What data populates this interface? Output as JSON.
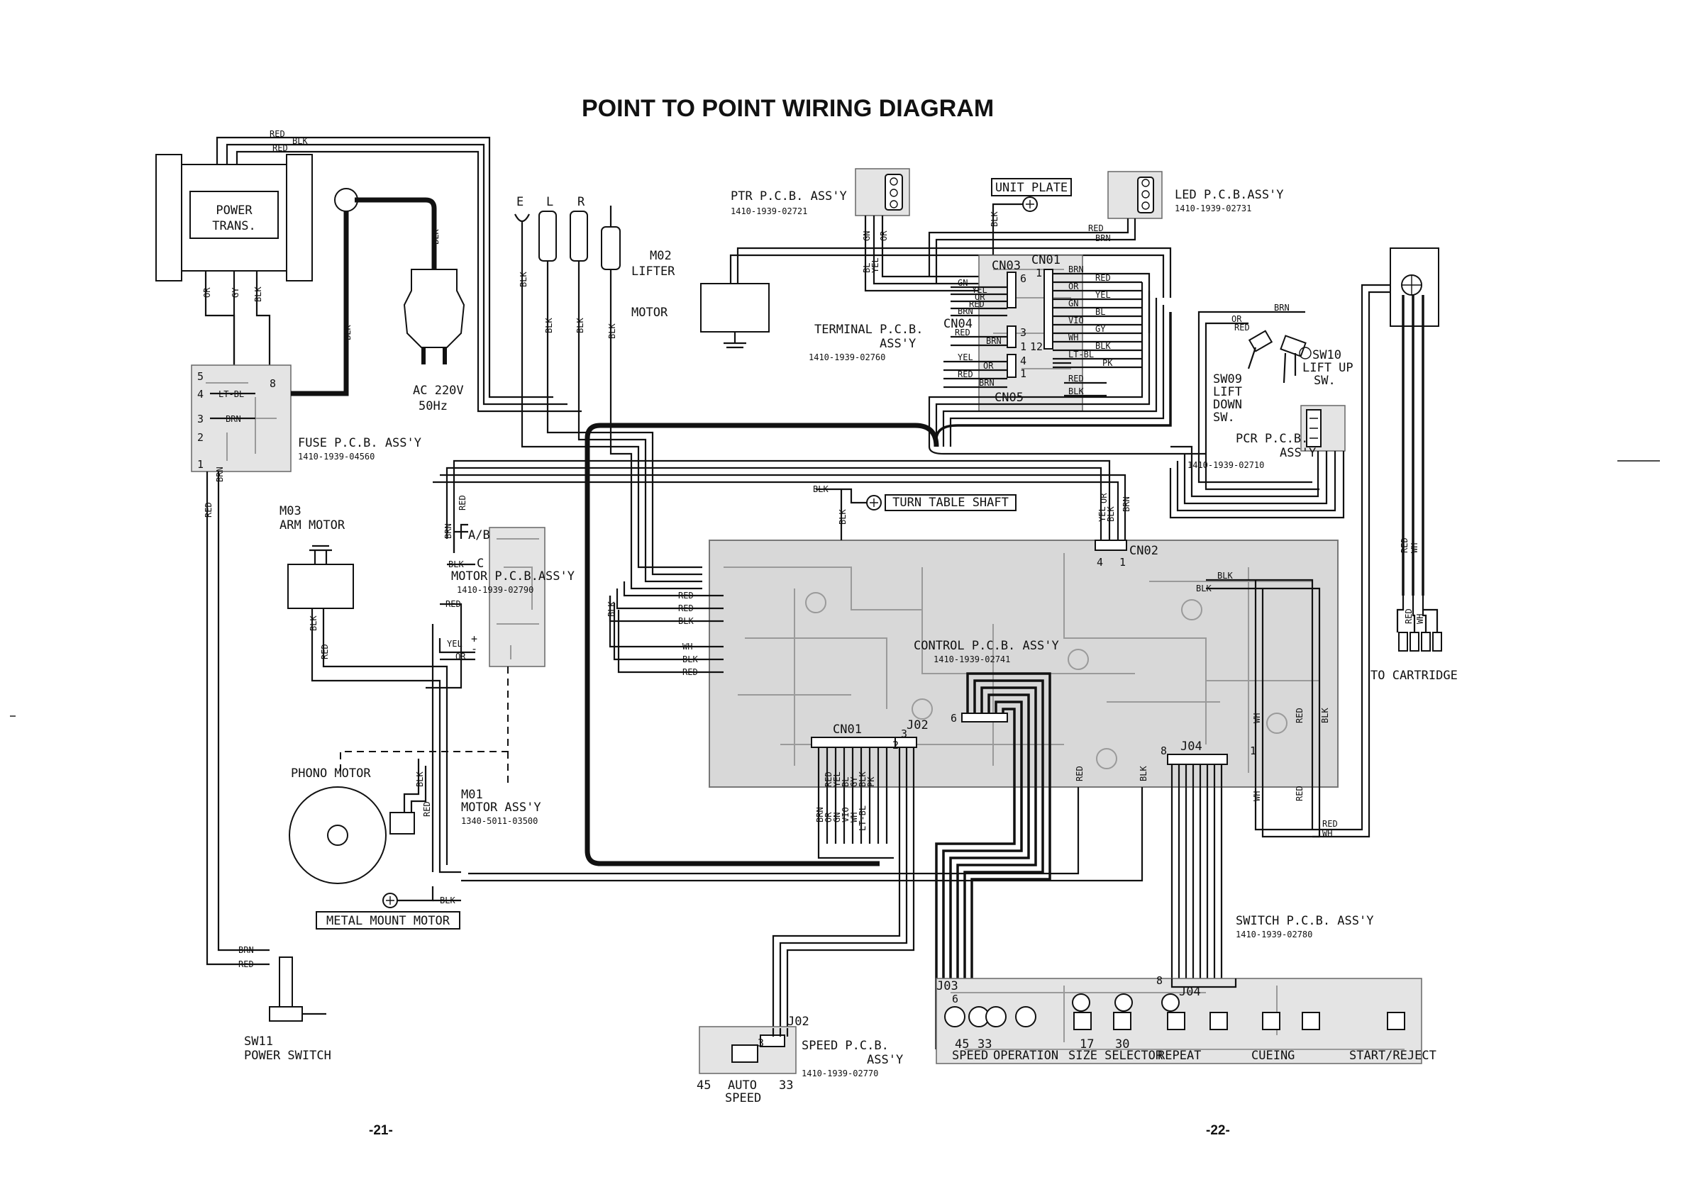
{
  "title": "POINT TO POINT WIRING DIAGRAM",
  "pages": {
    "left": "-21-",
    "right": "-22-"
  },
  "components": {
    "power_trans": [
      "POWER",
      "TRANS."
    ],
    "ac_plug": [
      "AC 220V",
      "50Hz"
    ],
    "plugs": [
      "E",
      "L",
      "R"
    ],
    "fuse_pcb": [
      "FUSE P.C.B. ASS'Y",
      "1410-1939-04560"
    ],
    "m03": [
      "M03",
      "ARM MOTOR"
    ],
    "motor_pcb": [
      "MOTOR P.C.B.ASS'Y",
      "1410-1939-02790"
    ],
    "phono_motor": "PHONO MOTOR",
    "m01": [
      "M01",
      "MOTOR ASS'Y",
      "1340-5011-03500"
    ],
    "metal_mount": "METAL MOUNT MOTOR",
    "sw11": [
      "SW11",
      "POWER SWITCH"
    ],
    "ptr_pcb": [
      "PTR P.C.B. ASS'Y",
      "1410-1939-02721"
    ],
    "unit_plate": "UNIT PLATE",
    "led_pcb": [
      "LED P.C.B.ASS'Y",
      "1410-1939-02731"
    ],
    "m02": [
      "M02",
      "LIFTER",
      "MOTOR"
    ],
    "terminal_pcb": [
      "TERMINAL P.C.B.",
      "ASS'Y",
      "1410-1939-02760"
    ],
    "sw09": [
      "SW09",
      "LIFT",
      "DOWN",
      "SW."
    ],
    "sw10": [
      "SW10",
      "LIFT UP",
      "SW."
    ],
    "pcr_pcb": [
      "PCR P.C.B.",
      "ASS'Y",
      "1410-1939-02710"
    ],
    "turntable_shaft": "TURN TABLE SHAFT",
    "control_pcb": [
      "CONTROL P.C.B. ASS'Y",
      "1410-1939-02741"
    ],
    "to_cartridge": "TO CARTRIDGE",
    "switch_pcb": [
      "SWITCH P.C.B. ASS'Y",
      "1410-1939-02780"
    ],
    "speed_pcb": [
      "SPEED P.C.B.",
      "ASS'Y",
      "1410-1939-02770"
    ],
    "speed_sel": [
      "45",
      "AUTO",
      "33",
      "SPEED"
    ]
  },
  "connectors": {
    "cn01": "CN01",
    "cn02": "CN02",
    "cn03": "CN03",
    "cn04": "CN04",
    "cn05": "CN05",
    "j02": "J02",
    "j03": "J03",
    "j04": "J04",
    "ab": "A/B",
    "c": "C"
  },
  "switch_labels": {
    "speed": "SPEED",
    "operation": "OPERATION",
    "size_selector": "SIZE SELECTOR",
    "repeat": "REPEAT",
    "cueing": "CUEING",
    "start_reject": "START/REJECT",
    "n45": "45",
    "n33": "33",
    "n17": "17",
    "n30": "30"
  },
  "wire_colors": {
    "red": "RED",
    "blk": "BLK",
    "brn": "BRN",
    "or": "OR",
    "gy": "GY",
    "gn": "GN",
    "yel": "YEL",
    "vio": "VIO",
    "wh": "WH",
    "bl": "BL",
    "ltbl": "LT-BL",
    "pk": "PK"
  },
  "colors": {
    "ink": "#111111",
    "board": "#d8d8d8",
    "paper": "#ffffff"
  }
}
